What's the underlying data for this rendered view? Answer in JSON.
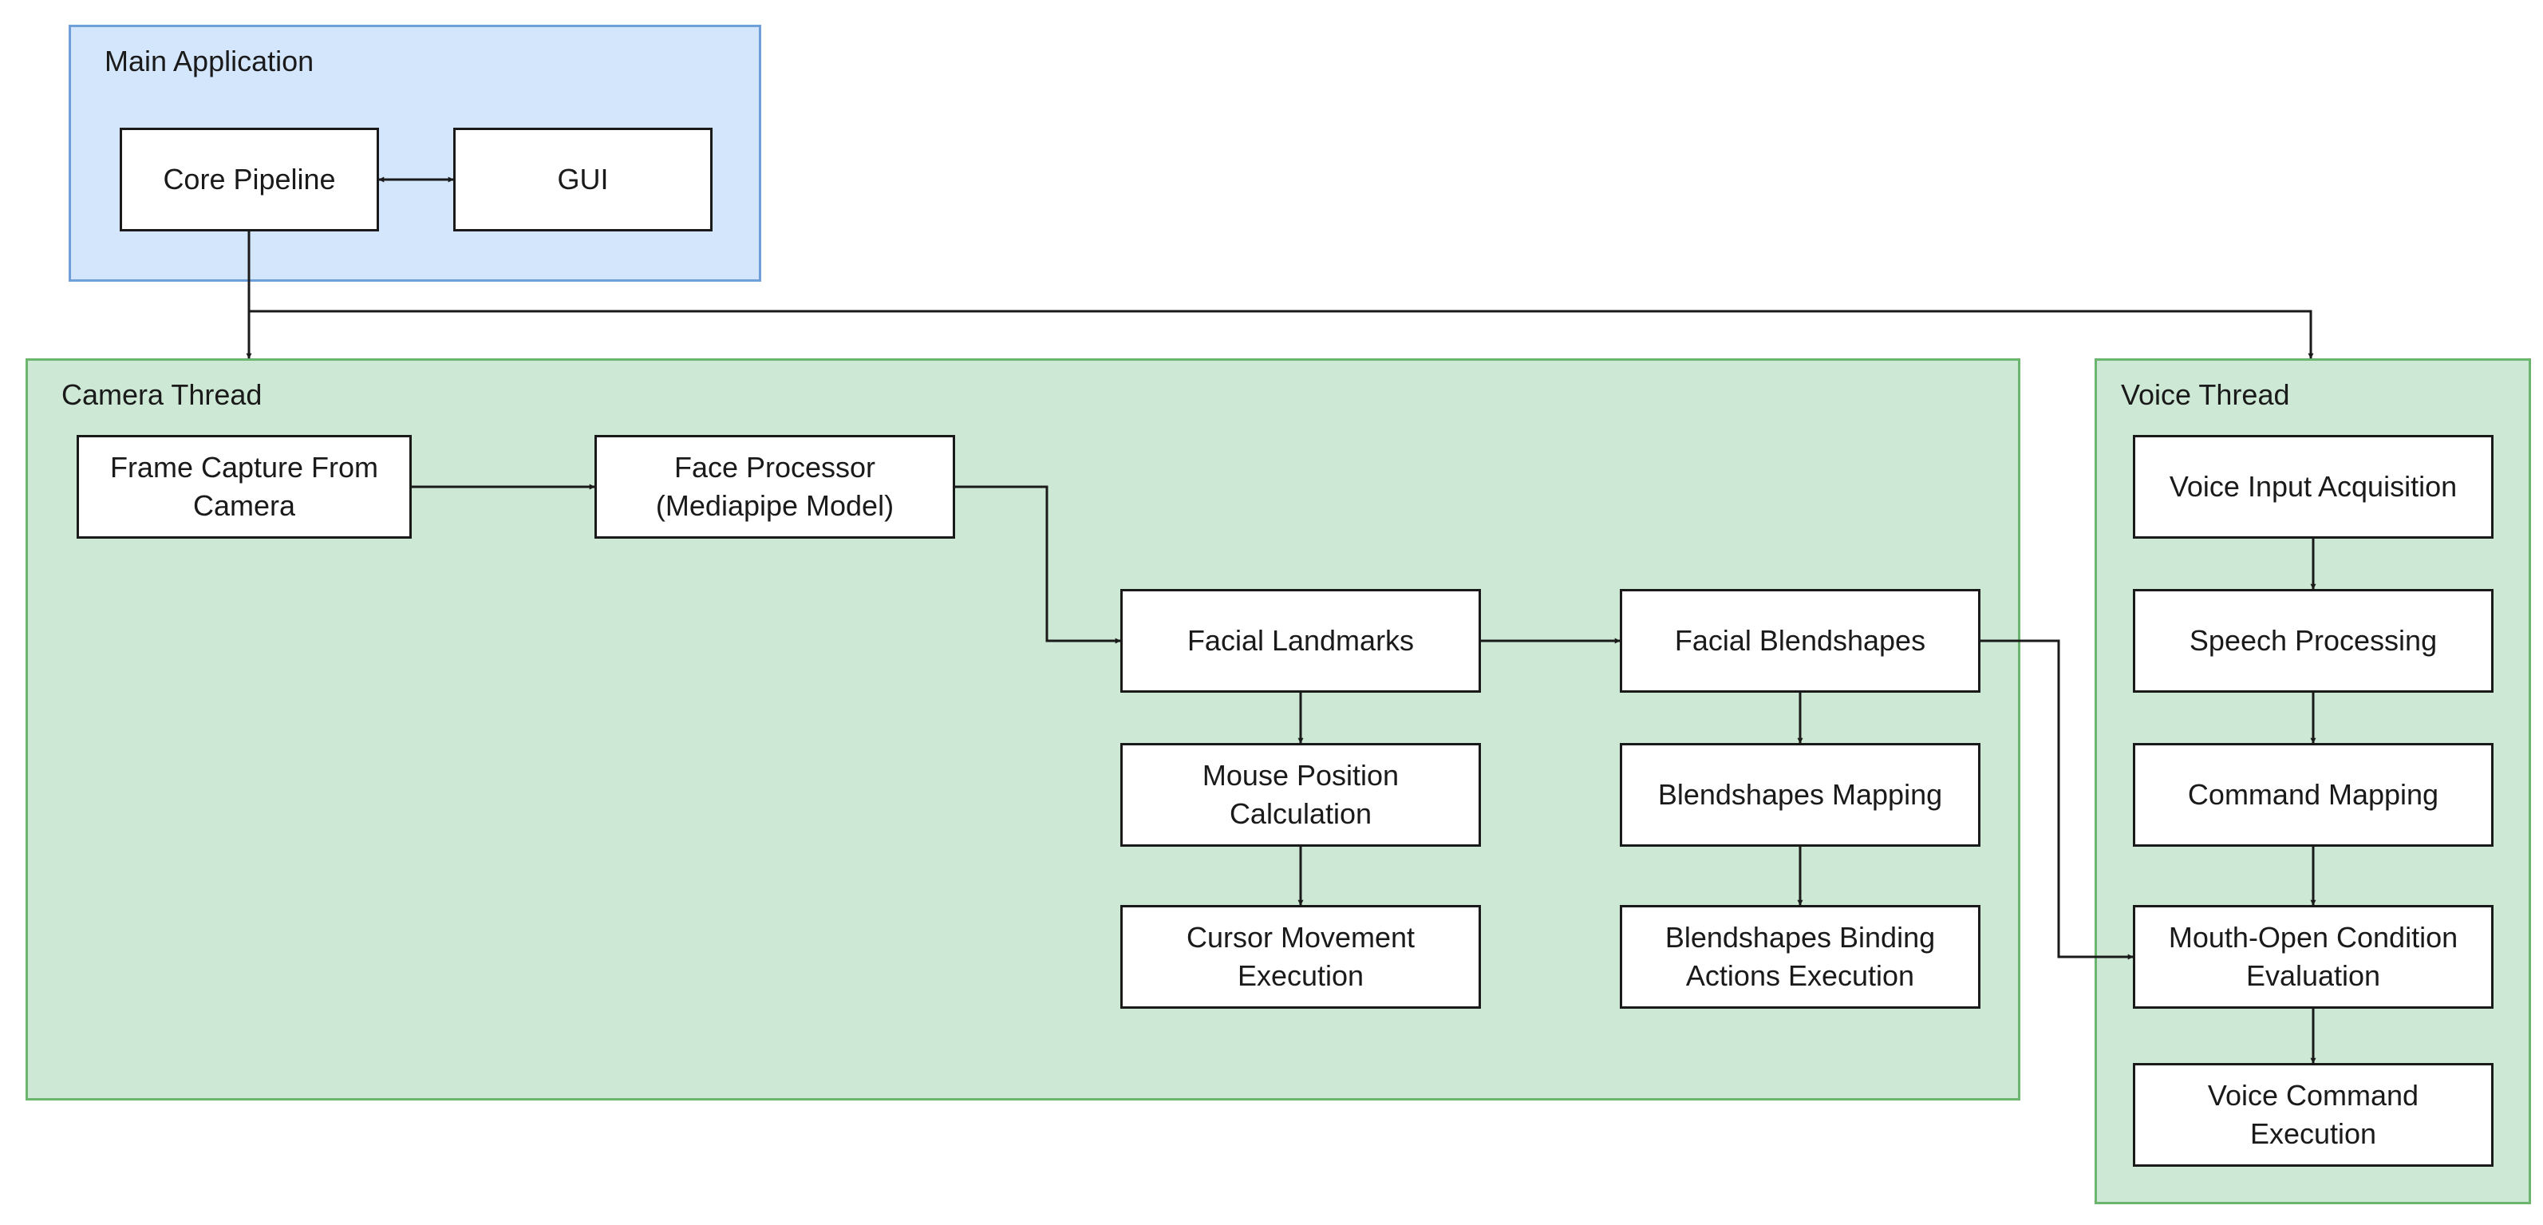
{
  "groups": {
    "main": {
      "label": "Main Application"
    },
    "camera": {
      "label": "Camera Thread"
    },
    "voice": {
      "label": "Voice Thread"
    }
  },
  "nodes": {
    "core_pipeline": {
      "lines": [
        "Core Pipeline"
      ]
    },
    "gui": {
      "lines": [
        "GUI"
      ]
    },
    "frame_capture": {
      "lines": [
        "Frame Capture From",
        "Camera"
      ]
    },
    "face_processor": {
      "lines": [
        "Face Processor",
        "(Mediapipe Model)"
      ]
    },
    "facial_landmarks": {
      "lines": [
        "Facial Landmarks"
      ]
    },
    "mouse_position": {
      "lines": [
        "Mouse Position",
        "Calculation"
      ]
    },
    "cursor_movement": {
      "lines": [
        "Cursor Movement",
        "Execution"
      ]
    },
    "facial_blendshapes": {
      "lines": [
        "Facial Blendshapes"
      ]
    },
    "blendshapes_mapping": {
      "lines": [
        "Blendshapes Mapping"
      ]
    },
    "blendshapes_binding": {
      "lines": [
        "Blendshapes Binding",
        "Actions Execution"
      ]
    },
    "voice_input": {
      "lines": [
        "Voice Input Acquisition"
      ]
    },
    "speech_processing": {
      "lines": [
        "Speech Processing"
      ]
    },
    "command_mapping": {
      "lines": [
        "Command Mapping"
      ]
    },
    "mouth_open": {
      "lines": [
        "Mouth-Open Condition",
        "Evaluation"
      ]
    },
    "voice_command": {
      "lines": [
        "Voice Command",
        "Execution"
      ]
    }
  },
  "edges": [
    {
      "from": "core_pipeline",
      "to": "gui",
      "bidirectional": true
    },
    {
      "from": "core_pipeline",
      "to": "camera_thread"
    },
    {
      "from": "core_pipeline",
      "to": "voice_thread"
    },
    {
      "from": "frame_capture",
      "to": "face_processor"
    },
    {
      "from": "face_processor",
      "to": "facial_landmarks"
    },
    {
      "from": "facial_landmarks",
      "to": "facial_blendshapes"
    },
    {
      "from": "facial_landmarks",
      "to": "mouse_position"
    },
    {
      "from": "mouse_position",
      "to": "cursor_movement"
    },
    {
      "from": "facial_blendshapes",
      "to": "blendshapes_mapping"
    },
    {
      "from": "blendshapes_mapping",
      "to": "blendshapes_binding"
    },
    {
      "from": "facial_blendshapes",
      "to": "mouth_open"
    },
    {
      "from": "voice_input",
      "to": "speech_processing"
    },
    {
      "from": "speech_processing",
      "to": "command_mapping"
    },
    {
      "from": "command_mapping",
      "to": "mouth_open"
    },
    {
      "from": "mouth_open",
      "to": "voice_command"
    }
  ],
  "colors": {
    "main_fill": "#d4e6fb",
    "main_border": "#6f9fd8",
    "thread_fill": "#cde8d4",
    "thread_border": "#6cb56e",
    "line": "#1a1a1a",
    "box_fill": "#ffffff"
  }
}
